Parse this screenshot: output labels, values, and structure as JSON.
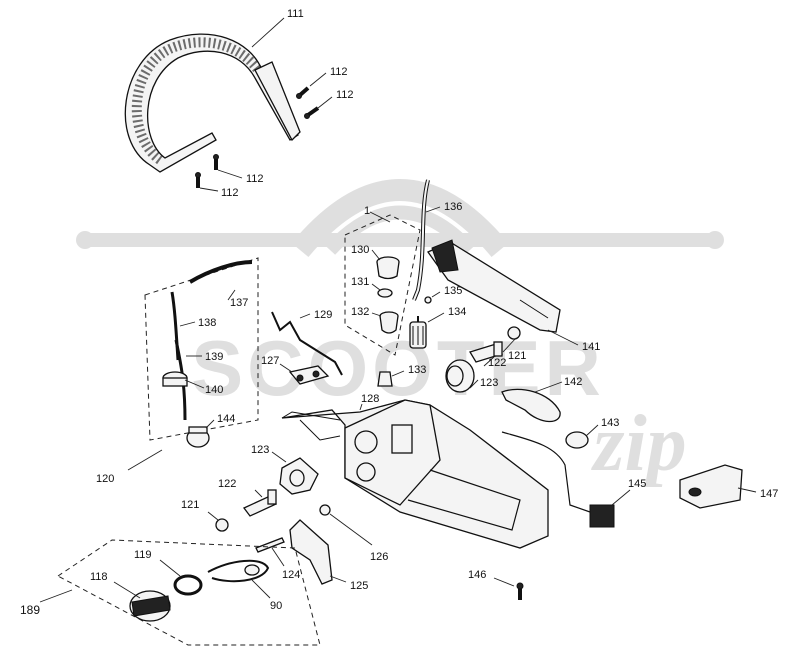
{
  "watermark": {
    "text": "SCOOTER",
    "subtext": "zip",
    "color": "#d9d9d9"
  },
  "colors": {
    "line": "#111111",
    "background": "#ffffff"
  },
  "labels": {
    "p111": "111",
    "p112a": "112",
    "p112b": "112",
    "p112c": "112",
    "p112d": "112",
    "p1": "1",
    "p136": "136",
    "p130": "130",
    "p131": "131",
    "p132": "132",
    "p133": "133",
    "p134": "134",
    "p135": "135",
    "p137": "137",
    "p138": "138",
    "p139": "139",
    "p140": "140",
    "p144": "144",
    "p120": "120",
    "p129": "129",
    "p127": "127",
    "p128": "128",
    "p141": "141",
    "p121a": "121",
    "p122a": "122",
    "p123a": "123",
    "p142": "142",
    "p143": "143",
    "p145": "145",
    "p147": "147",
    "p123b": "123",
    "p122b": "122",
    "p121b": "121",
    "p126": "126",
    "p124": "124",
    "p125": "125",
    "p146": "146",
    "p119": "119",
    "p118": "118",
    "p90": "90",
    "p189": "189"
  }
}
